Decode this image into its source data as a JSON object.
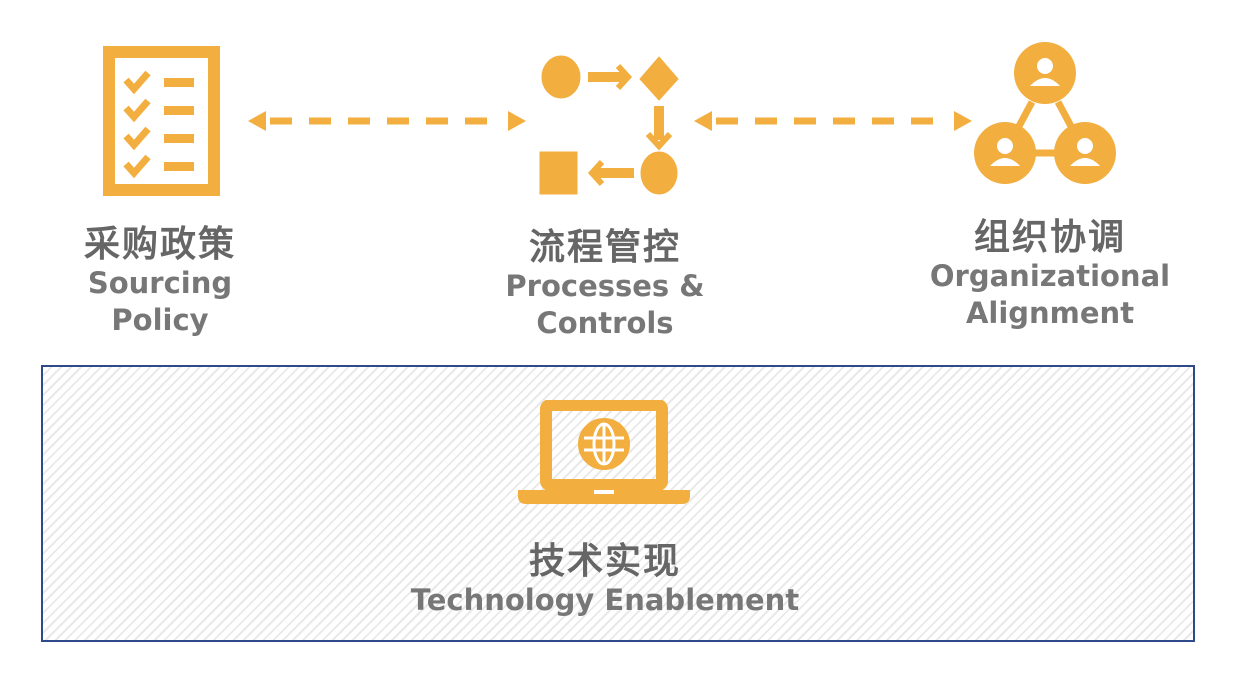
{
  "colors": {
    "accent": "#F2AE3E",
    "text": "#666666",
    "border": "#2F4A8A"
  },
  "pillars": [
    {
      "icon": "checklist-icon",
      "title_zh": "采购政策",
      "title_en_1": "Sourcing",
      "title_en_2": "Policy"
    },
    {
      "icon": "process-flow-icon",
      "title_zh": "流程管控",
      "title_en_1": "Processes &",
      "title_en_2": "Controls"
    },
    {
      "icon": "people-network-icon",
      "title_zh": "组织协调",
      "title_en_1": "Organizational",
      "title_en_2": "Alignment"
    }
  ],
  "foundation": {
    "icon": "laptop-globe-icon",
    "title_zh": "技术实现",
    "title_en": "Technology Enablement"
  }
}
